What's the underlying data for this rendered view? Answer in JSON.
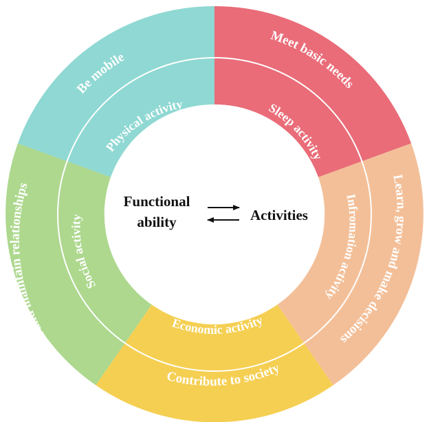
{
  "center": {
    "left_line1": "Functional",
    "left_line2": "ability",
    "right": "Activities"
  },
  "segments": [
    {
      "key": "mobile",
      "outer": "Be mobile",
      "inner": "Physical activity",
      "color": "#8fd8d3"
    },
    {
      "key": "basic",
      "outer": "Meet basic needs",
      "inner": "Sleep activity",
      "color": "#e96c78"
    },
    {
      "key": "learn",
      "outer": "Learn, grow and make decisions",
      "inner": "Infromation activity",
      "color": "#f3bf98"
    },
    {
      "key": "society",
      "outer": "Contribute to society",
      "inner": "Economic activity",
      "color": "#f5cf52"
    },
    {
      "key": "relations",
      "outer": "Build and maintain relationships",
      "inner": "Social activity",
      "color": "#add88e"
    }
  ]
}
